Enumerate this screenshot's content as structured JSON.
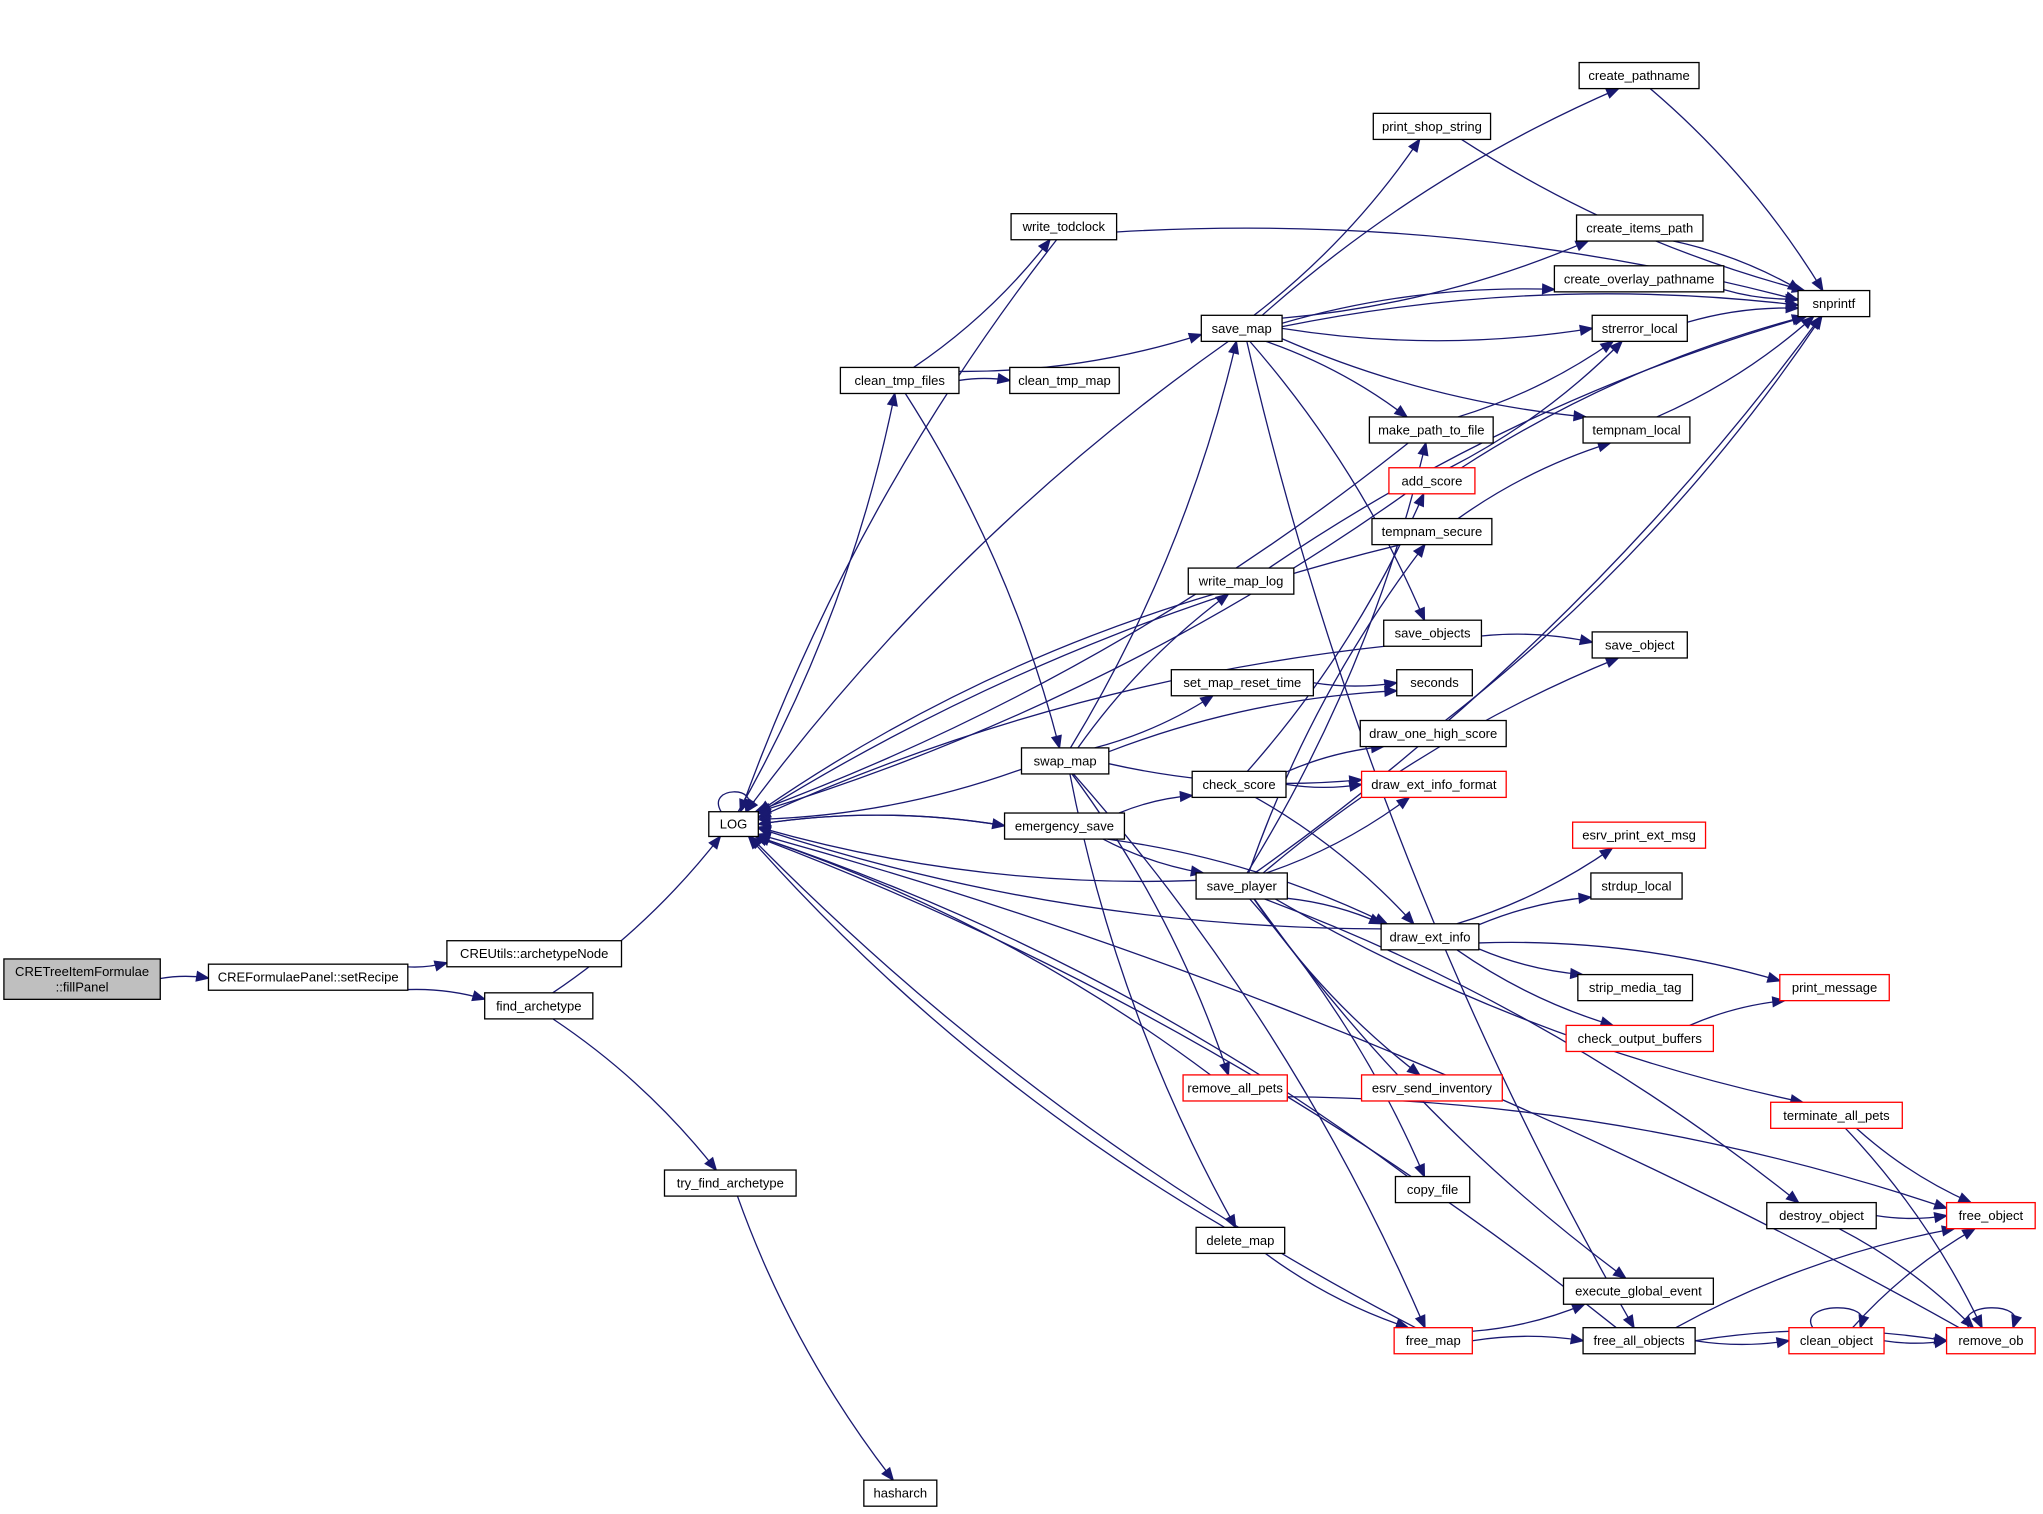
{
  "title": "Call graph for CRETreeItemFormulae::fillPanel",
  "colors": {
    "edge": "#191970",
    "node_border": "#000000",
    "truncated_border": "#ff0000",
    "root_fill": "#bfbfbf",
    "node_fill": "#ffffff"
  },
  "nodes": [
    {
      "id": "fillPanel",
      "label": [
        "CRETreeItemFormulae",
        "::fillPanel"
      ],
      "root": true
    },
    {
      "id": "setRecipe",
      "label": [
        "CREFormulaePanel::setRecipe"
      ]
    },
    {
      "id": "archetypeNode",
      "label": [
        "CREUtils::archetypeNode"
      ]
    },
    {
      "id": "find_archetype",
      "label": [
        "find_archetype"
      ]
    },
    {
      "id": "LOG",
      "label": [
        "LOG"
      ]
    },
    {
      "id": "try_find_archetype",
      "label": [
        "try_find_archetype"
      ]
    },
    {
      "id": "hasharch",
      "label": [
        "hasharch"
      ]
    },
    {
      "id": "write_todclock",
      "label": [
        "write_todclock"
      ]
    },
    {
      "id": "clean_tmp_files",
      "label": [
        "clean_tmp_files"
      ]
    },
    {
      "id": "clean_tmp_map",
      "label": [
        "clean_tmp_map"
      ]
    },
    {
      "id": "swap_map",
      "label": [
        "swap_map"
      ]
    },
    {
      "id": "emergency_save",
      "label": [
        "emergency_save"
      ]
    },
    {
      "id": "save_map",
      "label": [
        "save_map"
      ]
    },
    {
      "id": "write_map_log",
      "label": [
        "write_map_log"
      ]
    },
    {
      "id": "set_map_reset_time",
      "label": [
        "set_map_reset_time"
      ]
    },
    {
      "id": "check_score",
      "label": [
        "check_score"
      ]
    },
    {
      "id": "save_player",
      "label": [
        "save_player"
      ]
    },
    {
      "id": "remove_all_pets",
      "label": [
        "remove_all_pets"
      ],
      "truncated": true
    },
    {
      "id": "delete_map",
      "label": [
        "delete_map"
      ]
    },
    {
      "id": "create_pathname",
      "label": [
        "create_pathname"
      ]
    },
    {
      "id": "print_shop_string",
      "label": [
        "print_shop_string"
      ]
    },
    {
      "id": "create_items_path",
      "label": [
        "create_items_path"
      ]
    },
    {
      "id": "create_overlay_pathname",
      "label": [
        "create_overlay_pathname"
      ]
    },
    {
      "id": "strerror_local",
      "label": [
        "strerror_local"
      ]
    },
    {
      "id": "make_path_to_file",
      "label": [
        "make_path_to_file"
      ]
    },
    {
      "id": "tempnam_local",
      "label": [
        "tempnam_local"
      ]
    },
    {
      "id": "add_score",
      "label": [
        "add_score"
      ],
      "truncated": true
    },
    {
      "id": "tempnam_secure",
      "label": [
        "tempnam_secure"
      ]
    },
    {
      "id": "save_objects",
      "label": [
        "save_objects"
      ]
    },
    {
      "id": "save_object",
      "label": [
        "save_object"
      ]
    },
    {
      "id": "seconds",
      "label": [
        "seconds"
      ]
    },
    {
      "id": "draw_one_high_score",
      "label": [
        "draw_one_high_score"
      ]
    },
    {
      "id": "draw_ext_info_format",
      "label": [
        "draw_ext_info_format"
      ],
      "truncated": true
    },
    {
      "id": "esrv_print_ext_msg",
      "label": [
        "esrv_print_ext_msg"
      ],
      "truncated": true
    },
    {
      "id": "strdup_local",
      "label": [
        "strdup_local"
      ]
    },
    {
      "id": "draw_ext_info",
      "label": [
        "draw_ext_info"
      ]
    },
    {
      "id": "strip_media_tag",
      "label": [
        "strip_media_tag"
      ]
    },
    {
      "id": "print_message",
      "label": [
        "print_message"
      ],
      "truncated": true
    },
    {
      "id": "check_output_buffers",
      "label": [
        "check_output_buffers"
      ],
      "truncated": true
    },
    {
      "id": "esrv_send_inventory",
      "label": [
        "esrv_send_inventory"
      ],
      "truncated": true
    },
    {
      "id": "terminate_all_pets",
      "label": [
        "terminate_all_pets"
      ],
      "truncated": true
    },
    {
      "id": "copy_file",
      "label": [
        "copy_file"
      ]
    },
    {
      "id": "destroy_object",
      "label": [
        "destroy_object"
      ]
    },
    {
      "id": "free_object",
      "label": [
        "free_object"
      ],
      "truncated": true
    },
    {
      "id": "execute_global_event",
      "label": [
        "execute_global_event"
      ]
    },
    {
      "id": "free_map",
      "label": [
        "free_map"
      ],
      "truncated": true
    },
    {
      "id": "free_all_objects",
      "label": [
        "free_all_objects"
      ]
    },
    {
      "id": "clean_object",
      "label": [
        "clean_object"
      ],
      "truncated": true
    },
    {
      "id": "remove_ob",
      "label": [
        "remove_ob"
      ],
      "truncated": true
    },
    {
      "id": "snprintf",
      "label": [
        "snprintf"
      ]
    }
  ],
  "edges": [
    [
      "fillPanel",
      "setRecipe"
    ],
    [
      "setRecipe",
      "archetypeNode"
    ],
    [
      "setRecipe",
      "find_archetype"
    ],
    [
      "find_archetype",
      "LOG"
    ],
    [
      "find_archetype",
      "try_find_archetype"
    ],
    [
      "try_find_archetype",
      "hasharch"
    ],
    [
      "LOG",
      "LOG"
    ],
    [
      "LOG",
      "clean_tmp_files"
    ],
    [
      "LOG",
      "emergency_save"
    ],
    [
      "write_todclock",
      "LOG"
    ],
    [
      "write_todclock",
      "snprintf"
    ],
    [
      "clean_tmp_files",
      "write_todclock"
    ],
    [
      "clean_tmp_files",
      "clean_tmp_map"
    ],
    [
      "clean_tmp_files",
      "save_map"
    ],
    [
      "clean_tmp_files",
      "swap_map"
    ],
    [
      "save_map",
      "LOG"
    ],
    [
      "save_map",
      "create_pathname"
    ],
    [
      "save_map",
      "print_shop_string"
    ],
    [
      "save_map",
      "snprintf"
    ],
    [
      "save_map",
      "create_items_path"
    ],
    [
      "save_map",
      "create_overlay_pathname"
    ],
    [
      "save_map",
      "strerror_local"
    ],
    [
      "save_map",
      "make_path_to_file"
    ],
    [
      "save_map",
      "tempnam_local"
    ],
    [
      "save_map",
      "save_objects"
    ],
    [
      "save_map",
      "free_all_objects"
    ],
    [
      "create_pathname",
      "snprintf"
    ],
    [
      "print_shop_string",
      "snprintf"
    ],
    [
      "create_items_path",
      "snprintf"
    ],
    [
      "create_overlay_pathname",
      "snprintf"
    ],
    [
      "strerror_local",
      "snprintf"
    ],
    [
      "tempnam_local",
      "snprintf"
    ],
    [
      "make_path_to_file",
      "LOG"
    ],
    [
      "make_path_to_file",
      "strerror_local"
    ],
    [
      "add_score",
      "LOG"
    ],
    [
      "add_score",
      "strerror_local"
    ],
    [
      "add_score",
      "snprintf"
    ],
    [
      "tempnam_secure",
      "LOG"
    ],
    [
      "tempnam_secure",
      "tempnam_local"
    ],
    [
      "write_map_log",
      "LOG"
    ],
    [
      "write_map_log",
      "snprintf"
    ],
    [
      "save_objects",
      "LOG"
    ],
    [
      "save_objects",
      "save_object"
    ],
    [
      "set_map_reset_time",
      "seconds"
    ],
    [
      "swap_map",
      "LOG"
    ],
    [
      "swap_map",
      "save_map"
    ],
    [
      "swap_map",
      "write_map_log"
    ],
    [
      "swap_map",
      "set_map_reset_time"
    ],
    [
      "swap_map",
      "seconds"
    ],
    [
      "swap_map",
      "draw_ext_info_format"
    ],
    [
      "swap_map",
      "remove_all_pets"
    ],
    [
      "swap_map",
      "delete_map"
    ],
    [
      "swap_map",
      "free_map"
    ],
    [
      "emergency_save",
      "LOG"
    ],
    [
      "emergency_save",
      "check_score"
    ],
    [
      "emergency_save",
      "save_player"
    ],
    [
      "emergency_save",
      "draw_ext_info"
    ],
    [
      "check_score",
      "add_score"
    ],
    [
      "check_score",
      "draw_one_high_score"
    ],
    [
      "check_score",
      "draw_ext_info_format"
    ],
    [
      "check_score",
      "draw_ext_info"
    ],
    [
      "draw_one_high_score",
      "snprintf"
    ],
    [
      "save_player",
      "LOG"
    ],
    [
      "save_player",
      "make_path_to_file"
    ],
    [
      "save_player",
      "tempnam_secure"
    ],
    [
      "save_player",
      "draw_ext_info_format"
    ],
    [
      "save_player",
      "save_object"
    ],
    [
      "save_player",
      "snprintf"
    ],
    [
      "save_player",
      "draw_ext_info"
    ],
    [
      "save_player",
      "esrv_send_inventory"
    ],
    [
      "save_player",
      "copy_file"
    ],
    [
      "save_player",
      "terminate_all_pets"
    ],
    [
      "save_player",
      "destroy_object"
    ],
    [
      "save_player",
      "execute_global_event"
    ],
    [
      "draw_ext_info",
      "LOG"
    ],
    [
      "draw_ext_info",
      "esrv_print_ext_msg"
    ],
    [
      "draw_ext_info",
      "strdup_local"
    ],
    [
      "draw_ext_info",
      "strip_media_tag"
    ],
    [
      "draw_ext_info",
      "print_message"
    ],
    [
      "draw_ext_info",
      "check_output_buffers"
    ],
    [
      "check_output_buffers",
      "print_message"
    ],
    [
      "remove_all_pets",
      "LOG"
    ],
    [
      "remove_all_pets",
      "free_object"
    ],
    [
      "copy_file",
      "LOG"
    ],
    [
      "delete_map",
      "LOG"
    ],
    [
      "delete_map",
      "free_map"
    ],
    [
      "free_map",
      "LOG"
    ],
    [
      "free_map",
      "execute_global_event"
    ],
    [
      "free_map",
      "free_all_objects"
    ],
    [
      "free_all_objects",
      "LOG"
    ],
    [
      "free_all_objects",
      "free_object"
    ],
    [
      "free_all_objects",
      "clean_object"
    ],
    [
      "free_all_objects",
      "remove_ob"
    ],
    [
      "terminate_all_pets",
      "free_object"
    ],
    [
      "terminate_all_pets",
      "remove_ob"
    ],
    [
      "destroy_object",
      "free_object"
    ],
    [
      "destroy_object",
      "remove_ob"
    ],
    [
      "clean_object",
      "clean_object"
    ],
    [
      "clean_object",
      "free_object"
    ],
    [
      "clean_object",
      "remove_ob"
    ],
    [
      "remove_ob",
      "remove_ob"
    ],
    [
      "remove_ob",
      "LOG"
    ]
  ]
}
